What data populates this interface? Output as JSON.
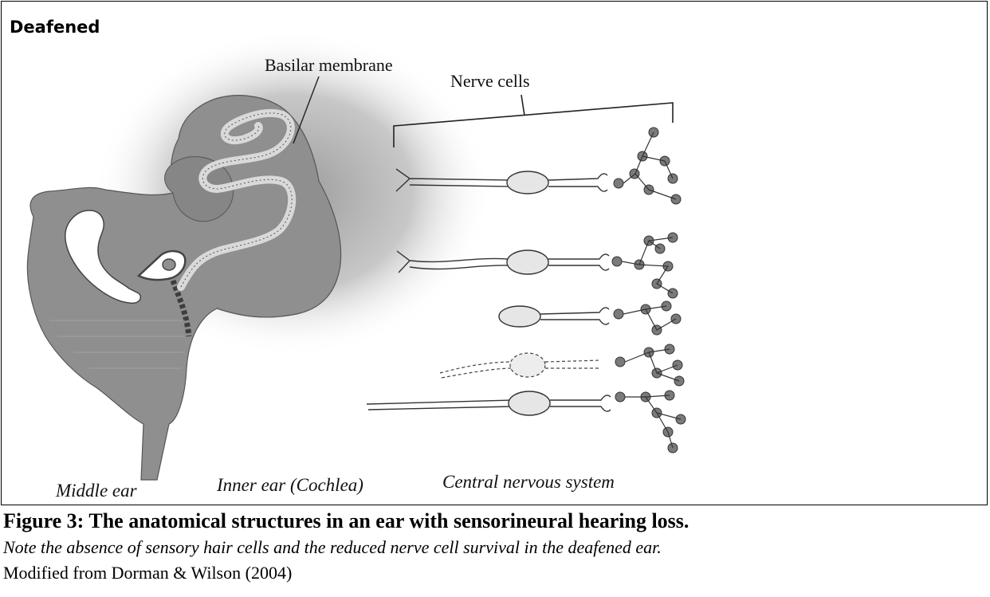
{
  "panel_title": "Deafened",
  "labels": {
    "basilar_membrane": "Basilar membrane",
    "nerve_cells": "Nerve cells",
    "middle_ear": "Middle ear",
    "inner_ear": "Inner ear (Cochlea)",
    "cns": "Central nervous system"
  },
  "caption": {
    "title": "Figure 3: The anatomical structures in an ear with sensorineural hearing loss.",
    "note": "Note the absence of sensory hair cells and the reduced nerve cell survival in the deafened ear.",
    "source": "Modified from Dorman & Wilson (2004)"
  },
  "colors": {
    "tissue": "#8f8f8f",
    "tissue_dark": "#6e6e6e",
    "nerve_fill": "#e6e6e6",
    "terminal": "#7a7a7a"
  }
}
